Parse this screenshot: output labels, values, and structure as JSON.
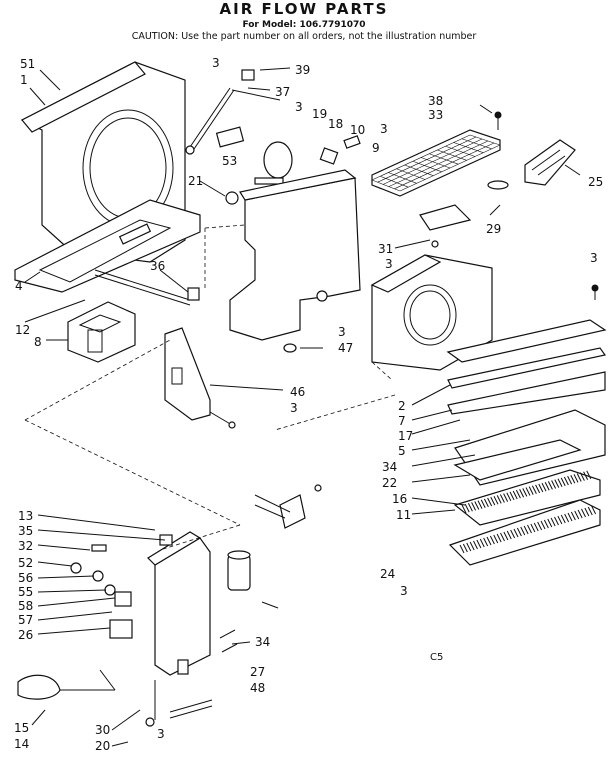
{
  "header": {
    "title": "AIR FLOW PARTS",
    "model": "For Model: 106.7791070",
    "caution": "CAUTION: Use the part number on all orders, not the illustration number"
  },
  "callouts": [
    "51",
    "1",
    "3",
    "39",
    "37",
    "3",
    "19",
    "18",
    "10",
    "3",
    "53",
    "9",
    "38",
    "33",
    "25",
    "21",
    "29",
    "31",
    "3",
    "3",
    "36",
    "4",
    "12",
    "8",
    "3",
    "47",
    "46",
    "3",
    "2",
    "7",
    "17",
    "5",
    "34",
    "22",
    "16",
    "11",
    "13",
    "35",
    "32",
    "52",
    "56",
    "55",
    "58",
    "57",
    "26",
    "24",
    "3",
    "34",
    "27",
    "48",
    "C5",
    "15",
    "14",
    "30",
    "3",
    "20"
  ]
}
